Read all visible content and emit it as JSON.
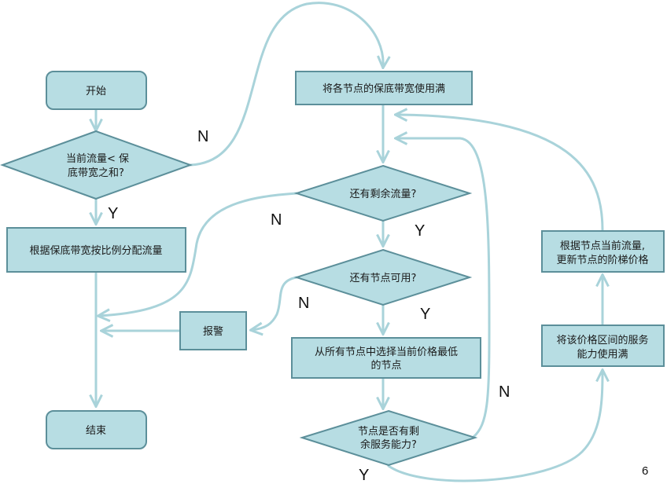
{
  "nodes": {
    "start": "开始",
    "check_total_1": "当前流量< 保",
    "check_total_2": "底带宽之和?",
    "allocate": "根据保底带宽按比例分配流量",
    "end": "结束",
    "alarm": "报警",
    "fill_guarantee": "将各节点的保底带宽使用满",
    "remaining_flow": "还有剩余流量?",
    "nodes_available": "还有节点可用?",
    "select_lowest_1": "从所有节点中选择当前价格最低",
    "select_lowest_2": "的节点",
    "node_capacity_1": "节点是否有剩",
    "node_capacity_2": "余服务能力?",
    "fill_price_interval_1": "将该价格区间的服务",
    "fill_price_interval_2": "能力使用满",
    "update_price_1": "根据节点当前流量,",
    "update_price_2": "更新节点的阶梯价格"
  },
  "edge_labels": {
    "total_no": "N",
    "total_yes": "Y",
    "remaining_no": "N",
    "remaining_yes": "Y",
    "available_no": "N",
    "available_yes": "Y",
    "capacity_no": "N",
    "capacity_yes": "Y"
  },
  "page_number": "6",
  "colors": {
    "node_fill": "#b7dde3",
    "node_border": "#5c8f9a",
    "connector": "#a9d3da"
  }
}
